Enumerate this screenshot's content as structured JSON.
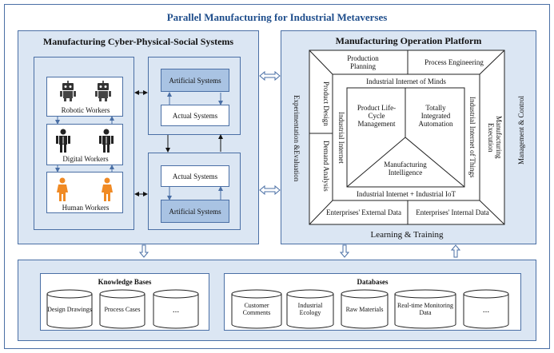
{
  "title": "Parallel Manufacturing for Industrial Metaverses",
  "cps": {
    "title": "Manufacturing Cyber-Physical-Social  Systems",
    "workers": [
      "Robotic Workers",
      "Digital Workers",
      "Human Workers"
    ],
    "top_pair": {
      "artificial": "Artificial Systems",
      "actual": "Actual Systems"
    },
    "bottom_pair": {
      "actual": "Actual Systems",
      "artificial": "Artificial Systems"
    }
  },
  "side_label": "Experimentation &Evaluation",
  "mop": {
    "title": "Manufacturing Operation  Platform",
    "production_planning": "Production Planning",
    "process_engineering": "Process Engineering",
    "product_design": "Product Design",
    "demand_analysis": "Demand Analysis",
    "manufacturing_execution": "Manufacturing Execution",
    "industrial_internet_of_minds": "Industrial Internet of Minds",
    "industrial_internet": "Industrial Internet",
    "industrial_internet_of_things": "Industrial Internet of Things",
    "industrial_internet_iot": "Industrial Internet + Industrial IoT",
    "plm": "Product Life-Cycle Management",
    "tia": "Totally Integrated Automation",
    "mi": "Manufacturing Intelligence",
    "external_data": "Enterprises' External Data",
    "internal_data": "Enterprises' Internal Data",
    "learning": "Learning & Training",
    "management": "Management & Control"
  },
  "knowledge_bases": {
    "title": "Knowledge Bases",
    "items": [
      "Design Drawings",
      "Process Cases",
      "..."
    ]
  },
  "databases": {
    "title": "Databases",
    "items": [
      "Customer Comments",
      "Industrial Ecology",
      "Raw Materials",
      "Real-time Monitoring Data",
      "..."
    ]
  },
  "colors": {
    "title": "#1f4e8c",
    "panel": "#dbe6f3",
    "border": "#4a6fa5",
    "artificial": "#a9c3e3",
    "arrow": "#4a6fa5",
    "human": "#f08a24"
  }
}
